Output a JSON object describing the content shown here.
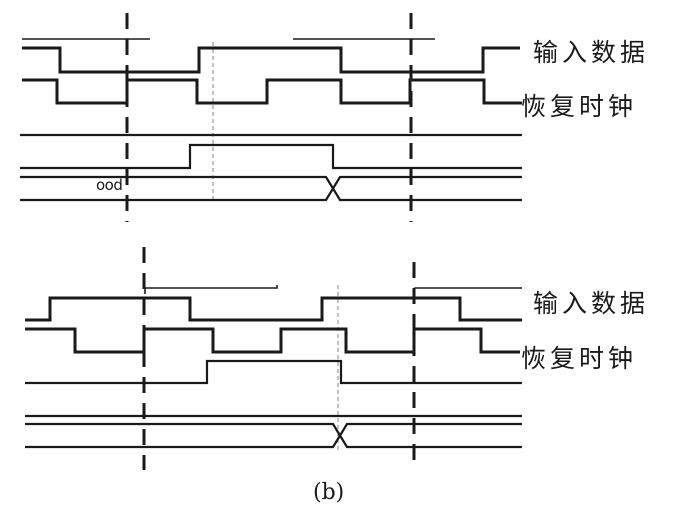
{
  "diagram": {
    "type": "timing-diagram",
    "caption": "(b)",
    "panels": [
      {
        "id": "top",
        "labels": {
          "input_data": "输入数据",
          "recovered_clock": "恢复时钟"
        },
        "bus_value_text": "ood",
        "signals": [
          {
            "name": "input-data-window",
            "style": "thin",
            "description": "reference marker segments"
          },
          {
            "name": "input-data",
            "levels": [
              1,
              0,
              1,
              0,
              1
            ]
          },
          {
            "name": "recovered-clock",
            "levels": [
              1,
              0,
              1,
              0,
              1,
              0,
              1,
              0
            ]
          },
          {
            "name": "reference-line",
            "levels": [
              1
            ]
          },
          {
            "name": "latched-signal",
            "levels": [
              0,
              1,
              0
            ]
          },
          {
            "name": "data-bus",
            "transitions": 1
          }
        ]
      },
      {
        "id": "bottom",
        "labels": {
          "input_data": "输入数据",
          "recovered_clock": "恢复时钟"
        },
        "signals": [
          {
            "name": "input-data-window",
            "style": "thin",
            "description": "reference marker segments"
          },
          {
            "name": "input-data",
            "levels": [
              0,
              1,
              0,
              1,
              0
            ]
          },
          {
            "name": "recovered-clock",
            "levels": [
              1,
              0,
              1,
              0,
              1,
              0,
              1,
              0
            ]
          },
          {
            "name": "latched-signal",
            "levels": [
              0,
              1,
              0
            ]
          },
          {
            "name": "reference-line",
            "levels": [
              1
            ]
          },
          {
            "name": "data-bus",
            "transitions": 1
          }
        ]
      }
    ]
  }
}
